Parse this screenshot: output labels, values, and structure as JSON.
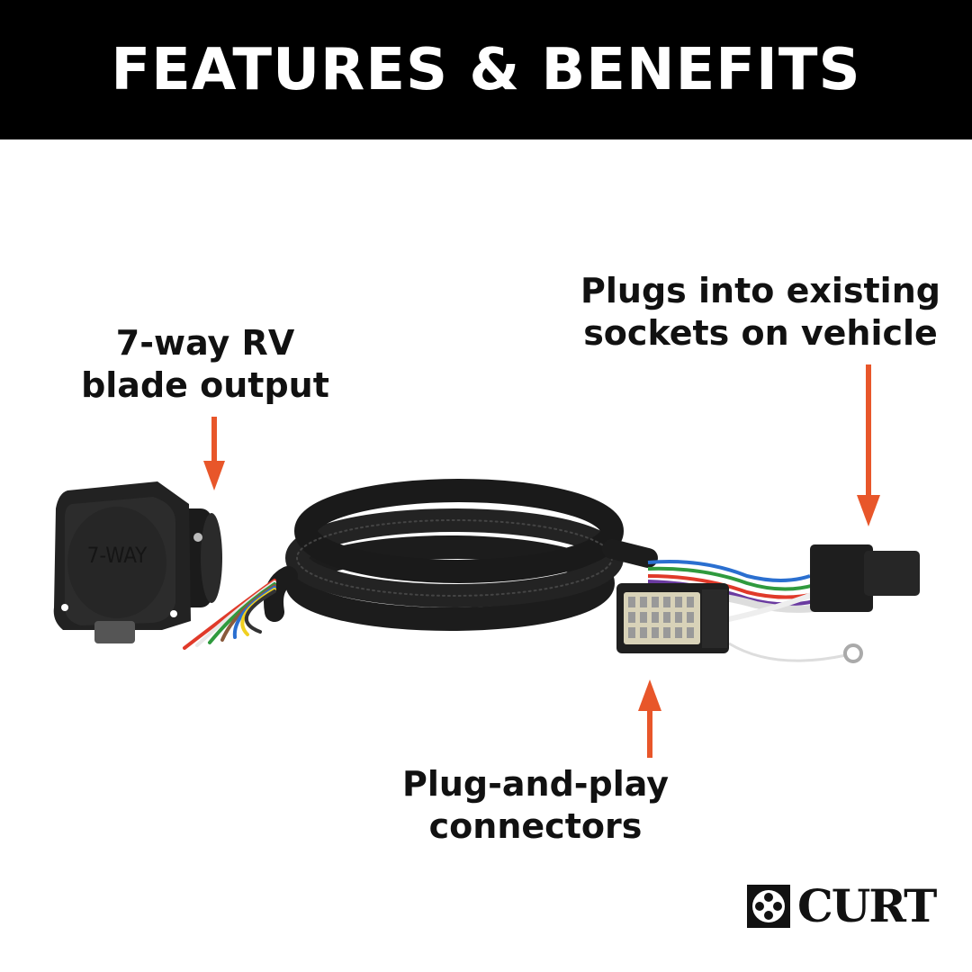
{
  "header": {
    "title": "FEATURES & BENEFITS"
  },
  "callouts": {
    "blade_output": {
      "line1": "7-way RV",
      "line2": "blade output"
    },
    "sockets": {
      "line1": "Plugs into existing",
      "line2": "sockets on vehicle"
    },
    "connectors": {
      "line1": "Plug-and-play",
      "line2": "connectors"
    }
  },
  "product": {
    "socket_embossing": "7-WAY"
  },
  "brand": {
    "logo_text": "CURT"
  },
  "colors": {
    "header_bg": "#000000",
    "arrow": "#e8562a",
    "text": "#111111"
  },
  "wire_colors": [
    "#e03a2a",
    "#ffffff",
    "#2f9a3e",
    "#8a5a3c",
    "#2a6fd0",
    "#f0d020",
    "#333333"
  ]
}
